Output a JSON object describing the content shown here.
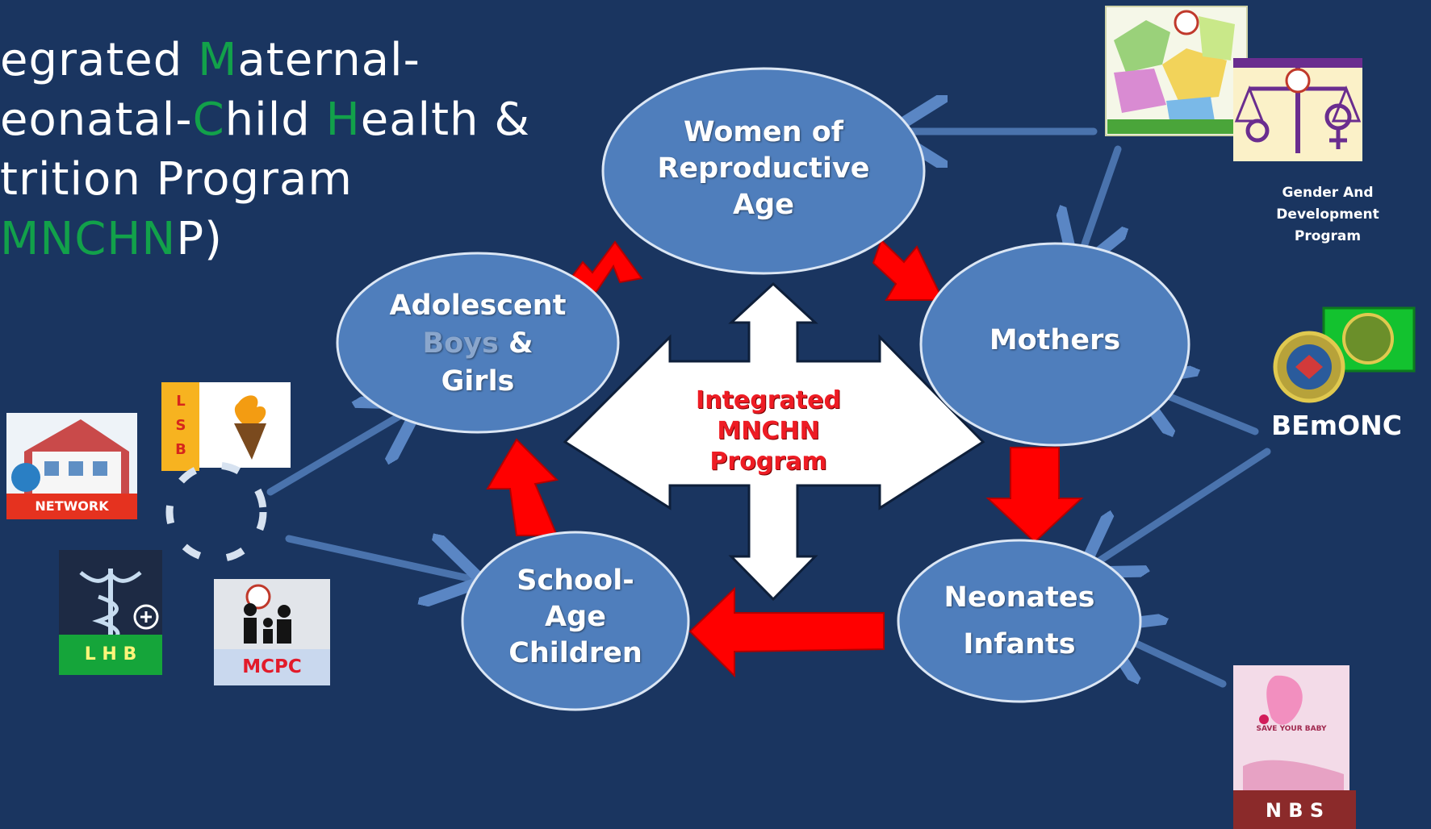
{
  "title": {
    "line1": {
      "a": "egrated  ",
      "b": "M",
      "c": "aternal-"
    },
    "line2": {
      "a": "eonatal-",
      "b": "C",
      "c": "hild ",
      "d": "H",
      "e": "ealth &"
    },
    "line3": {
      "a": "trition ",
      "b": "P",
      "c": "rogram"
    },
    "line4": {
      "a": "MNCHN",
      "b": "P)"
    }
  },
  "center_label": {
    "line1": "Integrated",
    "line2": "MNCHN",
    "line3": "Program"
  },
  "nodes": {
    "women": {
      "line1": "Women of",
      "line2": "Reproductive",
      "line3": "Age"
    },
    "mothers": {
      "line1": "Mothers"
    },
    "neonates": {
      "line1": "Neonates",
      "line2": "Infants"
    },
    "school": {
      "line1": "School-",
      "line2": "Age",
      "line3": "Children"
    },
    "adolescent": {
      "line1": "Adolescent",
      "line2a": "Boys",
      "line2b": " &",
      "line3": "Girls"
    }
  },
  "side_labels": {
    "gad": {
      "line1": "Gender  And",
      "line2": "Development",
      "line3": "Program"
    },
    "bemonc": "BEmONC",
    "nbs": "N  B  S",
    "nbs_card": "SAVE YOUR BABY",
    "network": "NETWORK",
    "lsb": "L S B",
    "lhb": "L H B",
    "mcpc": "MCPC"
  },
  "colors": {
    "background": "#1a3560",
    "node_fill": "#4f7ebc",
    "cycle_arrow": "#ff0000",
    "title_green": "#12a14a",
    "center_text": "#ee1c24",
    "link_arrow": "#4a73ad"
  }
}
